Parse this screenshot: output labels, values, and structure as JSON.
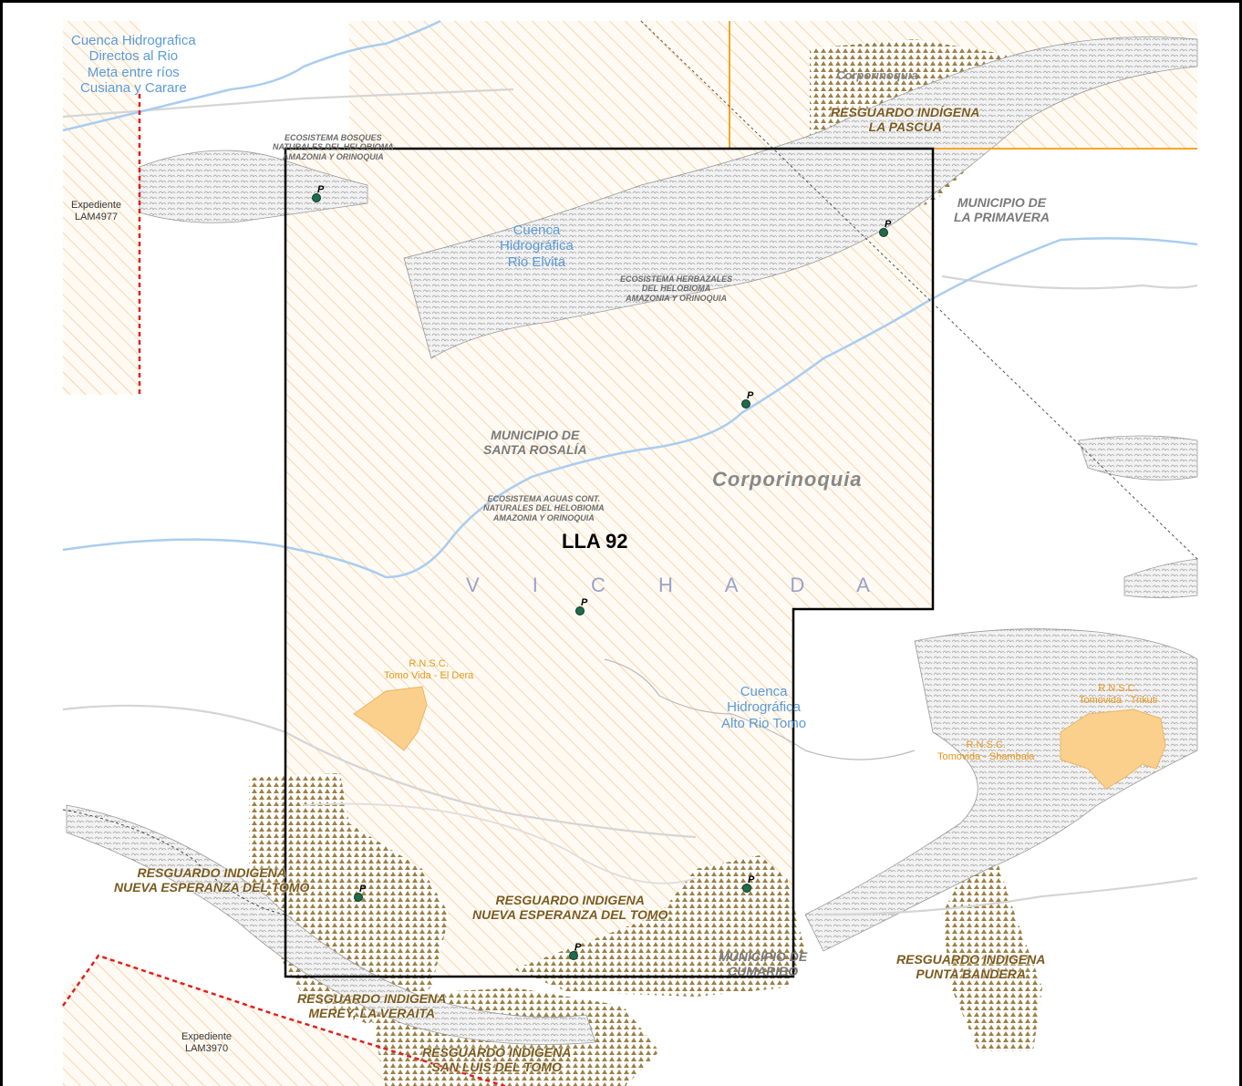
{
  "map": {
    "block": "LLA 92",
    "department": "V I C H A D A",
    "watersheds": {
      "meta": [
        "Cuenca Hidrografica",
        "Directos al Rio",
        "Meta entre ríos",
        "Cusiana y Carare"
      ],
      "elvita": [
        "Cuenca",
        "Hidrográfica",
        "Rio Elvita"
      ],
      "tomo": [
        "Cuenca",
        "Hidrográfica",
        "Alto Rio Tomo"
      ]
    },
    "ecosystems": {
      "bosques": [
        "ECOSISTEMA BOSQUES",
        "NATURALES DEL HELOBIOMA",
        "AMAZONIA Y ORINOQUIA"
      ],
      "herbazales": [
        "ECOSISTEMA HERBAZALES",
        "DEL HELOBIOMA",
        "AMAZONIA Y ORINOQUIA"
      ],
      "aguas": [
        "ECOSISTEMA AGUAS CONT.",
        "NATURALES DEL HELOBIOMA",
        "AMAZONIA Y ORINOQUIA"
      ]
    },
    "municipalities": {
      "santa_rosalia": [
        "MUNICIPIO DE",
        "SANTA ROSALÍA"
      ],
      "la_primavera": [
        "MUNICIPIO DE",
        "LA PRIMAVERA"
      ],
      "cumaribo": [
        "MUNICIPIO DE",
        "CUMARIBO"
      ]
    },
    "corporation": {
      "main": "Corporinoquia",
      "north": "Corporinoquia"
    },
    "resguardos": {
      "la_pascua": [
        "RESGUARDO INDÍGENA",
        "LA PASCUA"
      ],
      "nueva_esperanza_west": [
        "RESGUARDO INDIGENA",
        "NUEVA ESPERANZA DEL TOMO"
      ],
      "nueva_esperanza_center": [
        "RESGUARDO INDIGENA",
        "NUEVA ESPERANZA DEL TOMO"
      ],
      "punta_bandera": [
        "RESGUARDO INDIGENA",
        "PUNTA BANDERA"
      ],
      "merey": [
        "RESGUARDO INDIGENA",
        "MEREY, LA VERAITA"
      ],
      "san_luis": [
        "RESGUARDO INDIGENA",
        "SAN LUIS DEL TOMO"
      ]
    },
    "reserves": {
      "tomo_vida": [
        "R.N.S.C.",
        "Tomo Vida - El Dera"
      ],
      "trikuti": [
        "R.N.S.C.",
        "Tomovida - Trikuti"
      ],
      "shambala": [
        "R.N.S.C.",
        "Tomovida - Shambala"
      ]
    },
    "expedientes": {
      "lam4977": [
        "Expediente",
        "LAM4977"
      ],
      "lam3970": [
        "Expediente",
        "LAM3970"
      ]
    },
    "well_marker": "P",
    "colors": {
      "hatch": "#f3c893",
      "resguardo": "#9c8146",
      "river": "#a9cdf0",
      "boundary": "#000000",
      "reserve": "#fad08c",
      "orange_line": "#f5a623"
    }
  }
}
